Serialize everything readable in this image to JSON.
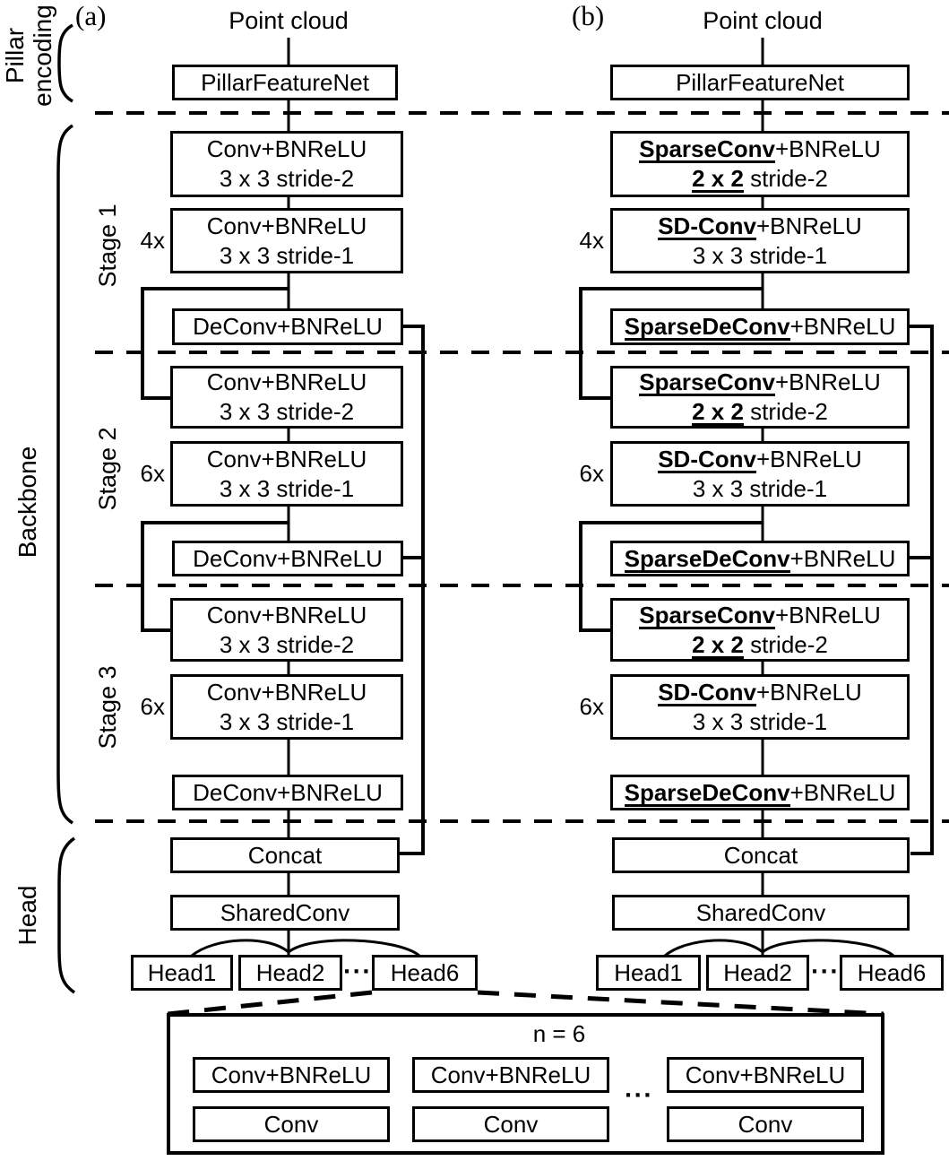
{
  "colors": {
    "ink": "#000000",
    "background": "#ffffff"
  },
  "side_labels": {
    "pillar_encoding_line1": "Pillar",
    "pillar_encoding_line2": "encoding",
    "backbone": "Backbone",
    "head": "Head",
    "stage1": "Stage 1",
    "stage2": "Stage 2",
    "stage3": "Stage 3"
  },
  "diagram_a": {
    "panel_label": "(a)",
    "input_label": "Point cloud",
    "pillar_feature_net": "PillarFeatureNet",
    "stage1": {
      "multiplier": "4x",
      "conv_stride2_line1": "Conv+BNReLU",
      "conv_stride2_line2": "3 x 3 stride-2",
      "conv_stride1_line1": "Conv+BNReLU",
      "conv_stride1_line2": "3 x 3 stride-1",
      "deconv": "DeConv+BNReLU"
    },
    "stage2": {
      "multiplier": "6x",
      "conv_stride2_line1": "Conv+BNReLU",
      "conv_stride2_line2": "3 x 3 stride-2",
      "conv_stride1_line1": "Conv+BNReLU",
      "conv_stride1_line2": "3 x 3 stride-1",
      "deconv": "DeConv+BNReLU"
    },
    "stage3": {
      "multiplier": "6x",
      "conv_stride2_line1": "Conv+BNReLU",
      "conv_stride2_line2": "3 x 3 stride-2",
      "conv_stride1_line1": "Conv+BNReLU",
      "conv_stride1_line2": "3 x 3 stride-1",
      "deconv": "DeConv+BNReLU"
    },
    "concat": "Concat",
    "shared_conv": "SharedConv",
    "head1": "Head1",
    "head2": "Head2",
    "head6": "Head6",
    "heads_ellipsis": "···"
  },
  "diagram_b": {
    "panel_label": "(b)",
    "input_label": "Point cloud",
    "pillar_feature_net": "PillarFeatureNet",
    "stage1": {
      "multiplier": "4x",
      "sparse_conv": "SparseConv",
      "sparse_conv_suffix": "+BNReLU",
      "kernel": "2 x 2",
      "kernel_suffix": " stride-2",
      "sd_conv": "SD-Conv",
      "sd_conv_suffix": "+BNReLU",
      "sd_conv_line2": "3 x 3 stride-1",
      "sparse_deconv": "SparseDeConv",
      "sparse_deconv_suffix": "+BNReLU"
    },
    "stage2": {
      "multiplier": "6x",
      "sparse_conv": "SparseConv",
      "sparse_conv_suffix": "+BNReLU",
      "kernel": "2 x 2",
      "kernel_suffix": " stride-2",
      "sd_conv": "SD-Conv",
      "sd_conv_suffix": "+BNReLU",
      "sd_conv_line2": "3 x 3 stride-1",
      "sparse_deconv": "SparseDeConv",
      "sparse_deconv_suffix": "+BNReLU"
    },
    "stage3": {
      "multiplier": "6x",
      "sparse_conv": "SparseConv",
      "sparse_conv_suffix": "+BNReLU",
      "kernel": "2 x 2",
      "kernel_suffix": " stride-2",
      "sd_conv": "SD-Conv",
      "sd_conv_suffix": "+BNReLU",
      "sd_conv_line2": "3 x 3 stride-1",
      "sparse_deconv": "SparseDeConv",
      "sparse_deconv_suffix": "+BNReLU"
    },
    "concat": "Concat",
    "shared_conv": "SharedConv",
    "head1": "Head1",
    "head2": "Head2",
    "head6": "Head6",
    "heads_ellipsis": "···"
  },
  "head_detail": {
    "n_label": "n = 6",
    "ellipsis": "···",
    "col1_top": "Conv+BNReLU",
    "col1_bottom": "Conv",
    "col2_top": "Conv+BNReLU",
    "col2_bottom": "Conv",
    "col3_top": "Conv+BNReLU",
    "col3_bottom": "Conv"
  }
}
